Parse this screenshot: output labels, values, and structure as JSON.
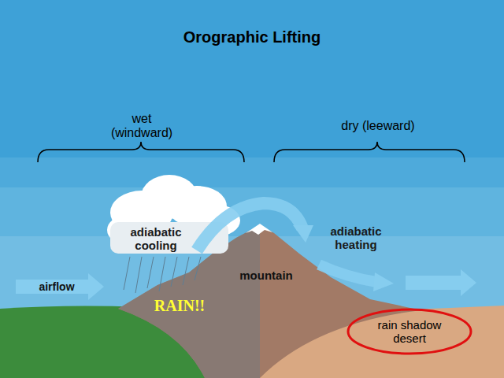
{
  "diagram": {
    "title": "Orographic Lifting",
    "nodes": [
      {
        "text": [
          "rain shadow desert"
        ]
      }
    ],
    "labels": [
      "wet (windward)",
      "dry (leeward)",
      "adiabatic cooling",
      "adiabatic heating",
      "mountain",
      "airflow",
      "RAIN!!"
    ]
  }
}
